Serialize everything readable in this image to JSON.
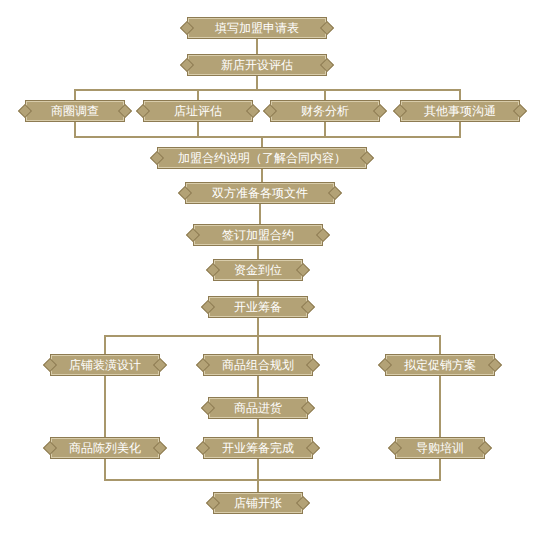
{
  "diagram": {
    "nodes": [
      {
        "text": [
          "填写加盟申请表"
        ]
      },
      {
        "text": [
          "新店开设评估"
        ]
      },
      {
        "text": [
          "商圈调查"
        ]
      },
      {
        "text": [
          "店址评估"
        ]
      },
      {
        "text": [
          "财务分析"
        ]
      },
      {
        "text": [
          "其他事项沟通"
        ]
      },
      {
        "text": [
          "加盟合约说明（了解合同内容）"
        ]
      },
      {
        "text": [
          "双方准备各项文件"
        ]
      },
      {
        "text": [
          "签订加盟合约"
        ]
      },
      {
        "text": [
          "资金到位"
        ]
      },
      {
        "text": [
          "开业筹备"
        ]
      },
      {
        "text": [
          "店铺装潢设计"
        ]
      },
      {
        "text": [
          "商品组合规划"
        ]
      },
      {
        "text": [
          "拟定促销方案"
        ]
      },
      {
        "text": [
          "商品进货"
        ]
      },
      {
        "text": [
          "商品陈列美化"
        ]
      },
      {
        "text": [
          "开业筹备完成"
        ]
      },
      {
        "text": [
          "导购培训"
        ]
      },
      {
        "text": [
          "店铺开张"
        ]
      }
    ],
    "edges": [
      {
        "from": 0,
        "to": 1,
        "arrow": "none"
      },
      {
        "from": 1,
        "to": 2,
        "arrow": "none"
      },
      {
        "from": 1,
        "to": 3,
        "arrow": "none"
      },
      {
        "from": 1,
        "to": 4,
        "arrow": "none"
      },
      {
        "from": 1,
        "to": 5,
        "arrow": "none"
      },
      {
        "from": 2,
        "to": 6,
        "arrow": "none"
      },
      {
        "from": 3,
        "to": 6,
        "arrow": "none"
      },
      {
        "from": 4,
        "to": 6,
        "arrow": "none"
      },
      {
        "from": 5,
        "to": 6,
        "arrow": "none"
      },
      {
        "from": 6,
        "to": 7,
        "arrow": "none"
      },
      {
        "from": 7,
        "to": 8,
        "arrow": "none"
      },
      {
        "from": 8,
        "to": 9,
        "arrow": "none"
      },
      {
        "from": 9,
        "to": 10,
        "arrow": "none"
      },
      {
        "from": 10,
        "to": 11,
        "arrow": "none"
      },
      {
        "from": 10,
        "to": 12,
        "arrow": "none"
      },
      {
        "from": 10,
        "to": 13,
        "arrow": "none"
      },
      {
        "from": 11,
        "to": 15,
        "arrow": "none"
      },
      {
        "from": 12,
        "to": 14,
        "arrow": "none"
      },
      {
        "from": 14,
        "to": 16,
        "arrow": "none"
      },
      {
        "from": 13,
        "to": 17,
        "arrow": "none"
      },
      {
        "from": 15,
        "to": 18,
        "arrow": "none"
      },
      {
        "from": 16,
        "to": 18,
        "arrow": "none"
      },
      {
        "from": 17,
        "to": 18,
        "arrow": "none"
      }
    ]
  }
}
